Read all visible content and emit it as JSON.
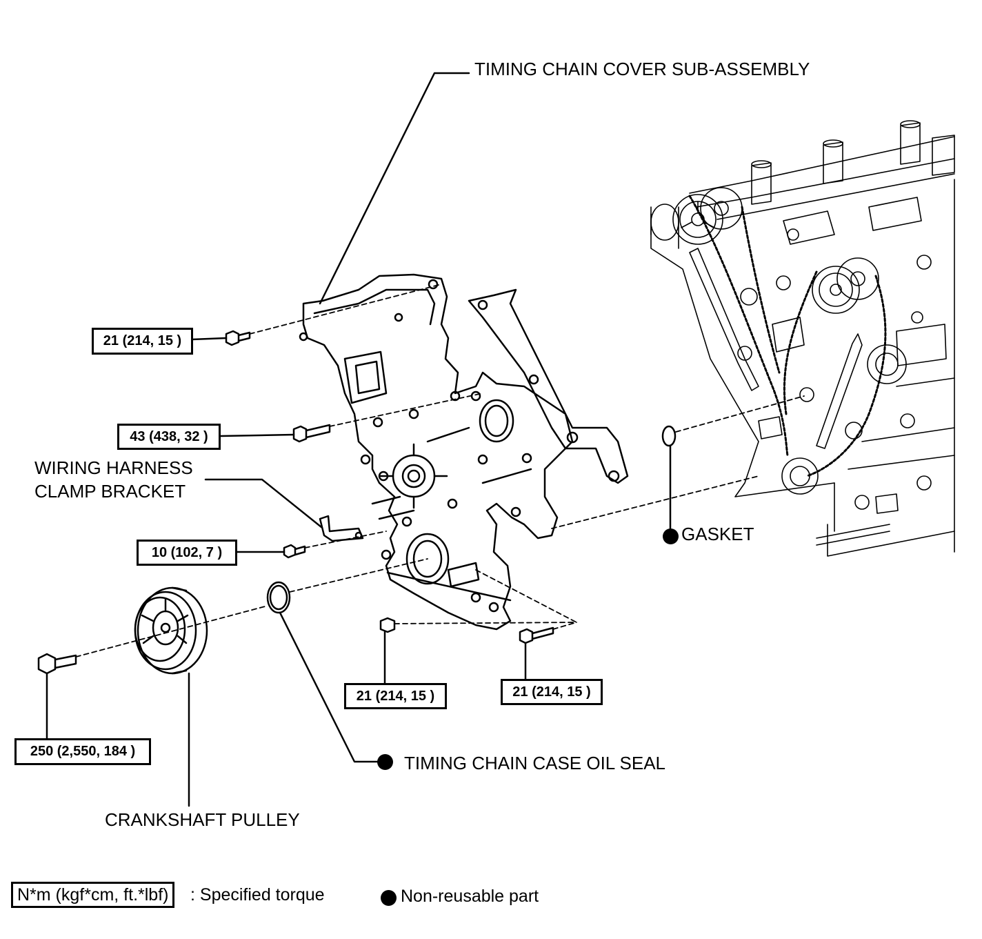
{
  "labels": {
    "timing_chain_cover": "TIMING CHAIN COVER SUB-ASSEMBLY",
    "wiring_harness_line1": "WIRING HARNESS",
    "wiring_harness_line2": "CLAMP BRACKET",
    "gasket": "GASKET",
    "oil_seal": "TIMING CHAIN CASE OIL SEAL",
    "crankshaft_pulley": "CRANKSHAFT PULLEY"
  },
  "torques": {
    "cover_top_bolt": "21 (214, 15 )",
    "cover_mid_bolt": "43 (438, 32 )",
    "bracket_bolt": "10 (102, 7 )",
    "lower_nut": "21 (214, 15 )",
    "lower_stud_bolt": "21 (214, 15 )",
    "pulley_bolt": "250 (2,550, 184 )"
  },
  "legend": {
    "torque_unit": "N*m (kgf*cm, ft.*lbf)",
    "torque_desc": ": Specified torque",
    "nonreusable_desc": "Non-reusable part"
  }
}
